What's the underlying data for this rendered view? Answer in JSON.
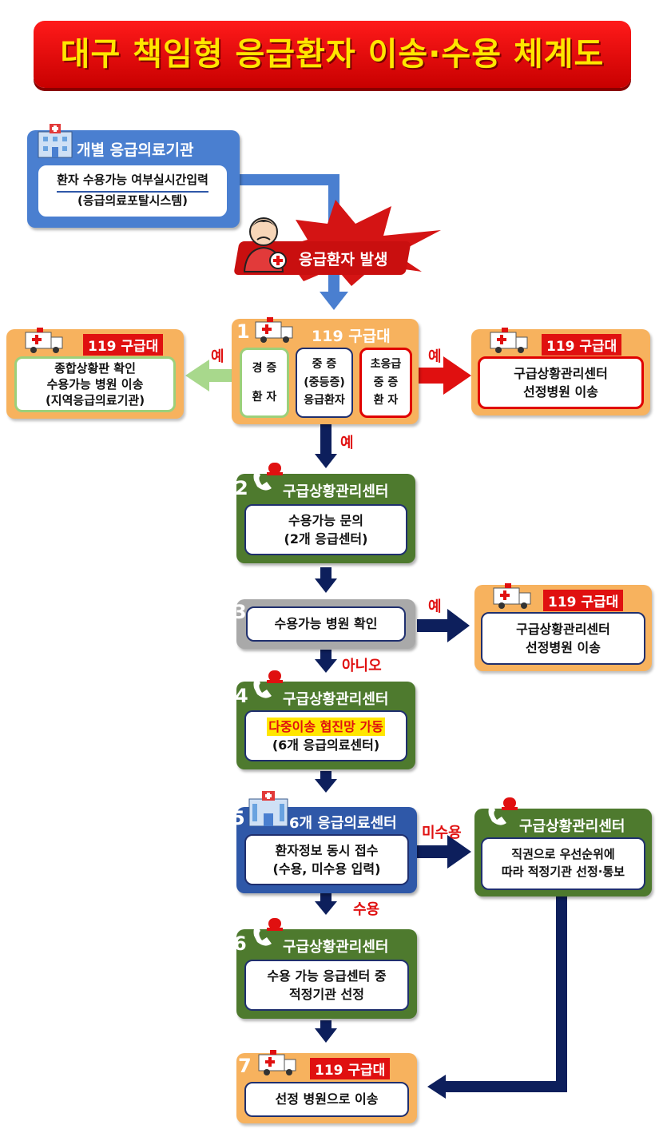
{
  "title": "대구 책임형 응급환자 이송·수용 체계도",
  "hospital_box": {
    "header": "개별 응급의료기관",
    "line1": "환자 수용가능 여부실시간입력",
    "line2": "(응급의료포탈시스템)"
  },
  "event": {
    "label": "응급환자 발생"
  },
  "step1": {
    "number": "1",
    "header": "119 구급대",
    "cells": [
      {
        "top": "경  증",
        "bottom": "환  자"
      },
      {
        "top": "중  증",
        "middle": "(중등증)",
        "bottom": "응급환자"
      },
      {
        "top": "초응급",
        "middle": "중  증",
        "bottom": "환  자"
      }
    ]
  },
  "left_box": {
    "badge": "119 구급대",
    "lines": [
      "종합상황판 확인",
      "수용가능 병원 이송",
      "(지역응급의료기관)"
    ]
  },
  "right_box1": {
    "badge": "119 구급대",
    "lines": [
      "구급상황관리센터",
      "선정병원 이송"
    ]
  },
  "step2": {
    "number": "2",
    "header": "구급상황관리센터",
    "lines": [
      "수용가능 문의",
      "(2개 응급센터)"
    ]
  },
  "step3": {
    "number": "3",
    "text": "수용가능 병원 확인"
  },
  "right_box3": {
    "badge": "119 구급대",
    "lines": [
      "구급상황관리센터",
      "선정병원 이송"
    ]
  },
  "step4": {
    "number": "4",
    "header": "구급상황관리센터",
    "highlight": "다중이송 협진망 가동",
    "line2": "(6개 응급의료센터)"
  },
  "step5": {
    "number": "5",
    "header": "6개 응급의료센터",
    "lines": [
      "환자정보 동시 접수",
      "(수용, 미수용 입력)"
    ]
  },
  "right_box5": {
    "header": "구급상황관리센터",
    "lines": [
      "직권으로 우선순위에",
      "따라 적정기관 선정·통보"
    ]
  },
  "step6": {
    "number": "6",
    "header": "구급상황관리센터",
    "lines": [
      "수용 가능 응급센터 중",
      "적정기관 선정"
    ]
  },
  "step7": {
    "number": "7",
    "header": "119 구급대",
    "text": "선정 병원으로 이송"
  },
  "labels": {
    "yes": "예",
    "no": "아니오",
    "accept": "수용",
    "reject": "미수용"
  },
  "colors": {
    "red": "#e01010",
    "orange": "#f7b25e",
    "green": "#4e7a2e",
    "navy": "#0d1f5c",
    "blue": "#4a7fd0"
  },
  "icons": [
    "hospital-icon",
    "patient-icon",
    "ambulance-icon",
    "phone-siren-icon"
  ]
}
